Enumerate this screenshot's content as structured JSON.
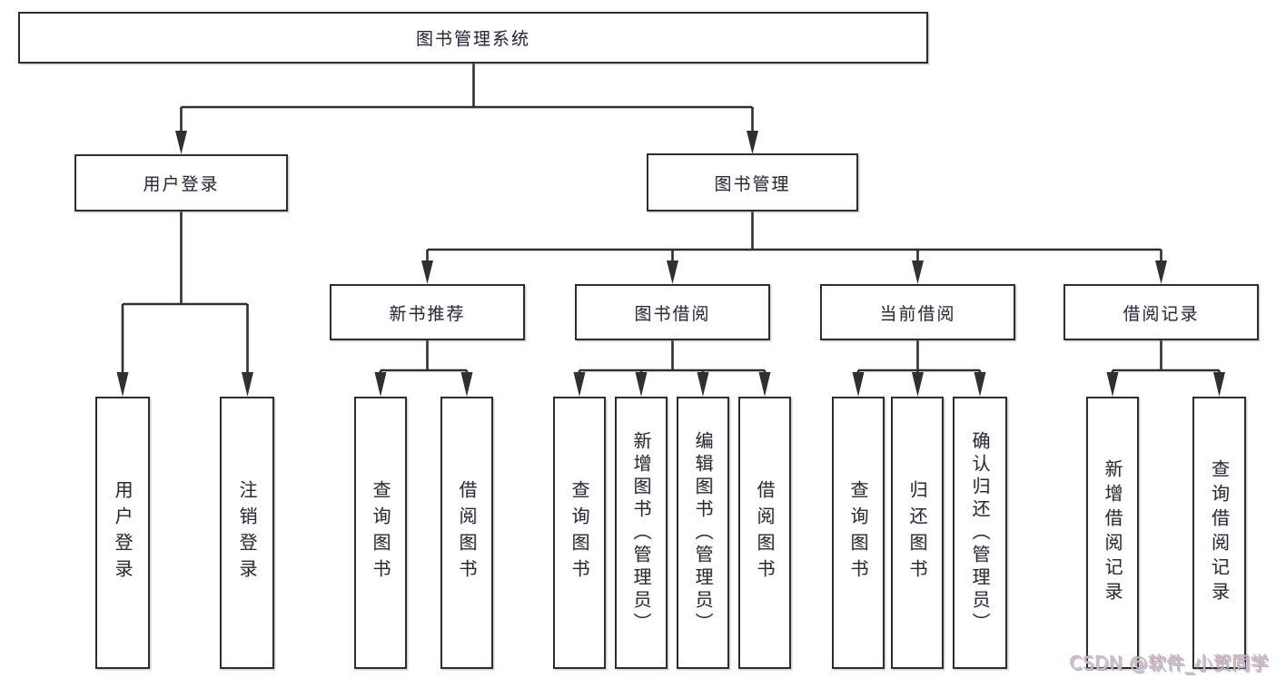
{
  "diagram": {
    "root": {
      "label": "图书管理系统",
      "children": [
        {
          "label": "用户登录",
          "children": [
            {
              "label": "用户登录"
            },
            {
              "label": "注销登录"
            }
          ]
        },
        {
          "label": "图书管理",
          "children": [
            {
              "label": "新书推荐",
              "children": [
                {
                  "label": "查询图书"
                },
                {
                  "label": "借阅图书"
                }
              ]
            },
            {
              "label": "图书借阅",
              "children": [
                {
                  "label": "查询图书"
                },
                {
                  "label": "新增图书（管理员）"
                },
                {
                  "label": "编辑图书（管理员）"
                },
                {
                  "label": "借阅图书"
                }
              ]
            },
            {
              "label": "当前借阅",
              "children": [
                {
                  "label": "查询图书"
                },
                {
                  "label": "归还图书"
                },
                {
                  "label": "确认归还（管理员）"
                }
              ]
            },
            {
              "label": "借阅记录",
              "children": [
                {
                  "label": "新增借阅记录"
                },
                {
                  "label": "查询借阅记录"
                }
              ]
            }
          ]
        }
      ]
    }
  },
  "watermark": {
    "text": "CSDN @软件_小贺同学"
  },
  "colors": {
    "line": "#303030",
    "box_border": "#2e2e2e",
    "box_bg": "#ffffff",
    "text": "#2d2d30",
    "watermark": "#c4c4c4"
  }
}
